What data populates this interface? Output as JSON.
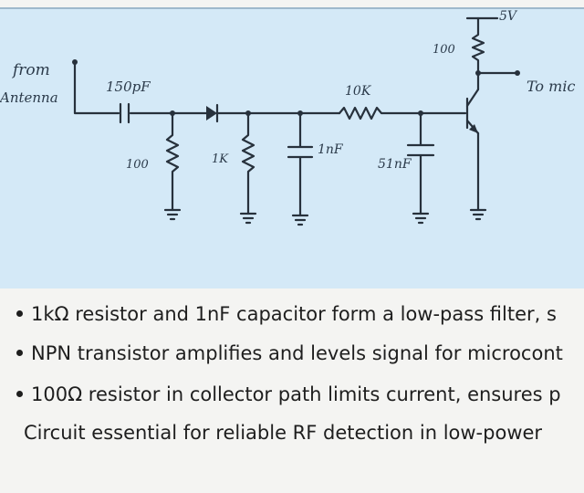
{
  "diagram": {
    "labels": {
      "from": "from",
      "antenna": "Antenna",
      "c1": "150pF",
      "r1": "100",
      "r2": "1K",
      "c2": "1nF",
      "r3": "10K",
      "c3": "51nF",
      "r4": "100",
      "vcc": "5V",
      "to": "To mic"
    }
  },
  "notes": [
    "1kΩ resistor and 1nF capacitor form a low-pass filter, s",
    "NPN transistor amplifies and levels signal for microcont",
    "100Ω resistor in collector path limits current, ensures p",
    "Circuit essential for reliable RF detection in low-power"
  ]
}
